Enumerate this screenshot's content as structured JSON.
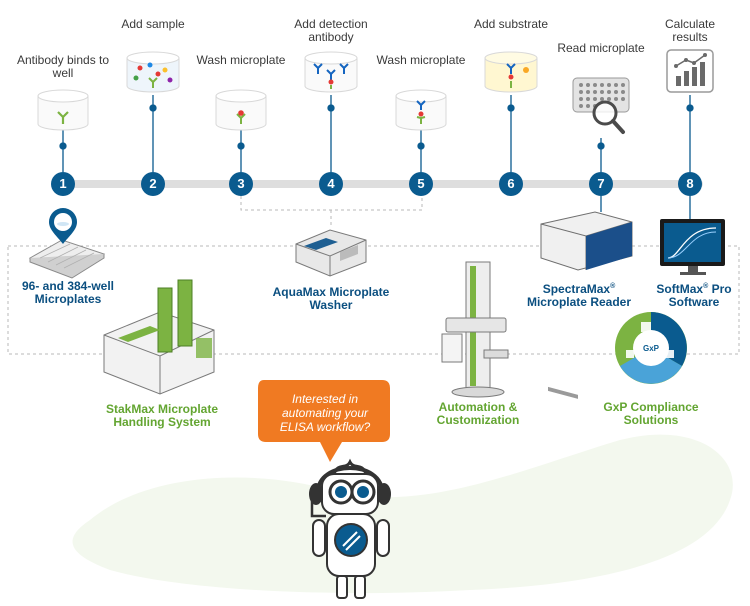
{
  "steps": [
    {
      "number": "1",
      "label": "Antibody binds to well"
    },
    {
      "number": "2",
      "label": "Add sample"
    },
    {
      "number": "3",
      "label": "Wash microplate"
    },
    {
      "number": "4",
      "label": "Add detection antibody"
    },
    {
      "number": "5",
      "label": "Wash microplate"
    },
    {
      "number": "6",
      "label": "Add substrate"
    },
    {
      "number": "7",
      "label": "Read microplate"
    },
    {
      "number": "8",
      "label": "Calculate results"
    }
  ],
  "products": {
    "microplates": "96- and 384-well Microplates",
    "washer": "AquaMax Microplate Washer",
    "reader_brand": "SpectraMax",
    "reader_suffix": " Microplate Reader",
    "software_brand": "SoftMax",
    "software_suffix": " Pro Software",
    "registered": "®",
    "stakmax": "StakMax Microplate Handling System",
    "automation": "Automation & Customization",
    "gxp": "GxP Compliance Solutions",
    "gxp_badge": "GxP"
  },
  "cta": {
    "text": "Interested in automating your ELISA workflow?"
  },
  "colors": {
    "brand_blue": "#0a5b8f",
    "accent_green": "#63a531",
    "cta_orange": "#f07a22",
    "timeline_gray": "#dedede"
  }
}
